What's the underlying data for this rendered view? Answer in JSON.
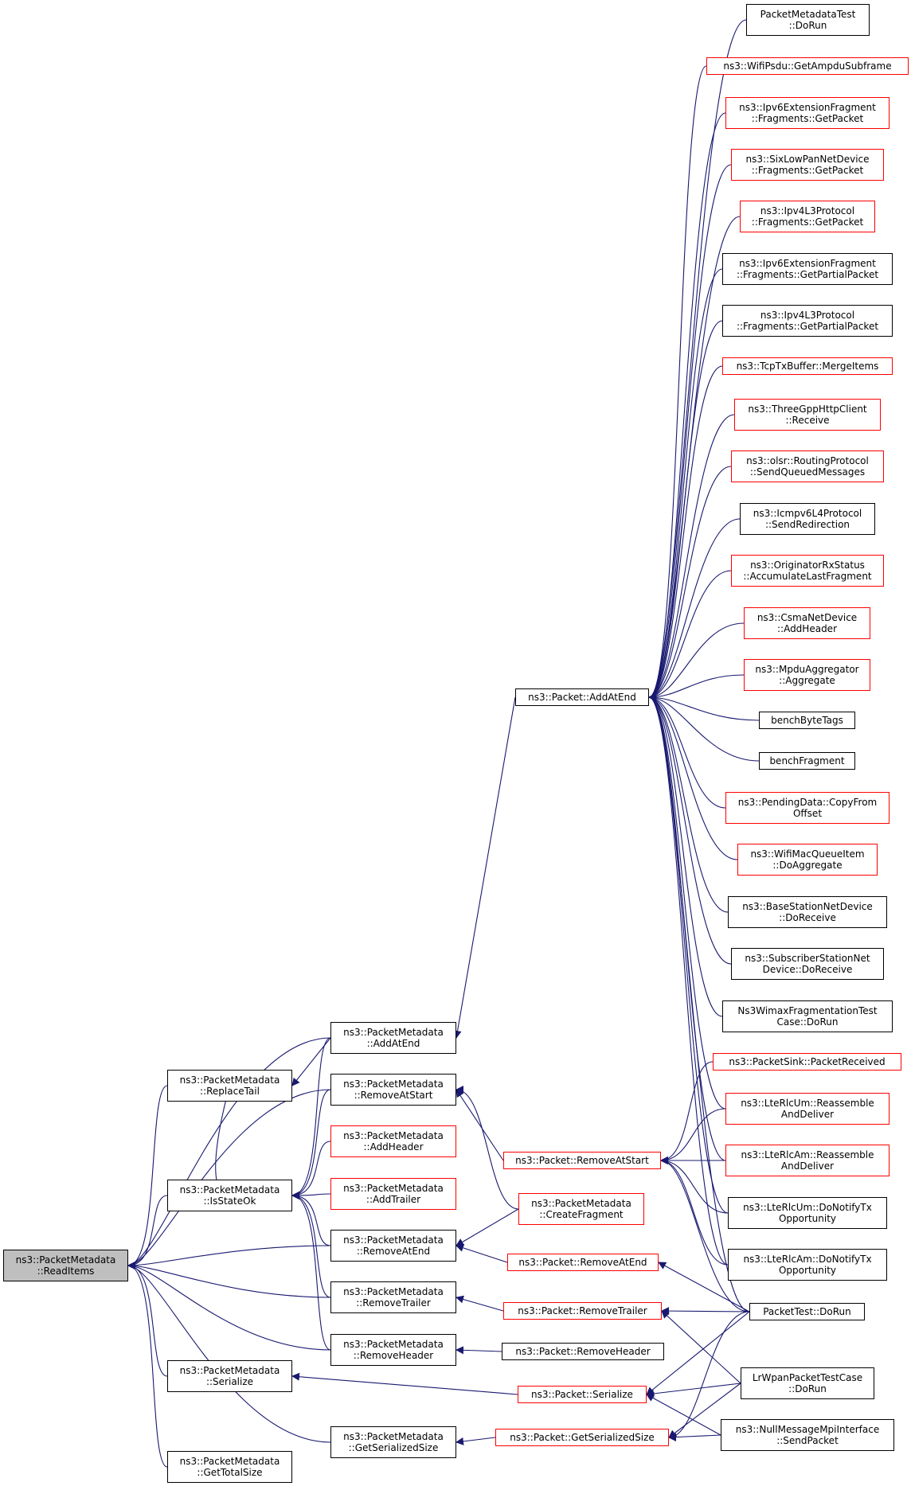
{
  "colors": {
    "edge": "#191970",
    "node_border": "#000000",
    "node_border_undocumented": "#ff0000",
    "selected_fill": "#bfbfbf"
  },
  "nodes": {
    "read_items": {
      "lines": [
        "ns3::PacketMetadata",
        "::ReadItems"
      ],
      "selected": true
    },
    "is_state_ok": {
      "lines": [
        "ns3::PacketMetadata",
        "::IsStateOk"
      ]
    },
    "replace_tail": {
      "lines": [
        "ns3::PacketMetadata",
        "::ReplaceTail"
      ]
    },
    "serialize": {
      "lines": [
        "ns3::PacketMetadata",
        "::Serialize"
      ]
    },
    "get_total_size": {
      "lines": [
        "ns3::PacketMetadata",
        "::GetTotalSize"
      ]
    },
    "add_at_end": {
      "lines": [
        "ns3::PacketMetadata",
        "::AddAtEnd"
      ]
    },
    "remove_at_start": {
      "lines": [
        "ns3::PacketMetadata",
        "::RemoveAtStart"
      ]
    },
    "add_header": {
      "lines": [
        "ns3::PacketMetadata",
        "::AddHeader"
      ],
      "red": true
    },
    "add_trailer": {
      "lines": [
        "ns3::PacketMetadata",
        "::AddTrailer"
      ],
      "red": true
    },
    "remove_at_end": {
      "lines": [
        "ns3::PacketMetadata",
        "::RemoveAtEnd"
      ]
    },
    "remove_trailer": {
      "lines": [
        "ns3::PacketMetadata",
        "::RemoveTrailer"
      ]
    },
    "remove_header": {
      "lines": [
        "ns3::PacketMetadata",
        "::RemoveHeader"
      ]
    },
    "get_serialized_size": {
      "lines": [
        "ns3::PacketMetadata",
        "::GetSerializedSize"
      ]
    },
    "packet_add_at_end": {
      "lines": [
        "ns3::Packet::AddAtEnd"
      ]
    },
    "packet_remove_at_start": {
      "lines": [
        "ns3::Packet::RemoveAtStart"
      ],
      "red": true
    },
    "create_fragment": {
      "lines": [
        "ns3::PacketMetadata",
        "::CreateFragment"
      ],
      "red": true
    },
    "packet_remove_at_end": {
      "lines": [
        "ns3::Packet::RemoveAtEnd"
      ],
      "red": true
    },
    "packet_remove_trailer": {
      "lines": [
        "ns3::Packet::RemoveTrailer"
      ],
      "red": true
    },
    "packet_remove_header": {
      "lines": [
        "ns3::Packet::RemoveHeader"
      ]
    },
    "packet_serialize": {
      "lines": [
        "ns3::Packet::Serialize"
      ],
      "red": true
    },
    "packet_get_serialized_size": {
      "lines": [
        "ns3::Packet::GetSerializedSize"
      ],
      "red": true
    },
    "packet_metadata_test_dorun": {
      "lines": [
        "PacketMetadataTest",
        "::DoRun"
      ]
    },
    "wifi_psdu": {
      "lines": [
        "ns3::WifiPsdu::GetAmpduSubframe"
      ],
      "red": true
    },
    "ipv6_ext_frag_get_packet": {
      "lines": [
        "ns3::Ipv6ExtensionFragment",
        "::Fragments::GetPacket"
      ],
      "red": true
    },
    "sixlowpan_get_packet": {
      "lines": [
        "ns3::SixLowPanNetDevice",
        "::Fragments::GetPacket"
      ],
      "red": true
    },
    "ipv4l3_get_packet": {
      "lines": [
        "ns3::Ipv4L3Protocol",
        "::Fragments::GetPacket"
      ],
      "red": true
    },
    "ipv6_ext_frag_get_partial": {
      "lines": [
        "ns3::Ipv6ExtensionFragment",
        "::Fragments::GetPartialPacket"
      ]
    },
    "ipv4l3_get_partial": {
      "lines": [
        "ns3::Ipv4L3Protocol",
        "::Fragments::GetPartialPacket"
      ]
    },
    "tcp_tx_buffer": {
      "lines": [
        "ns3::TcpTxBuffer::MergeItems"
      ],
      "red": true
    },
    "three_gpp_http": {
      "lines": [
        "ns3::ThreeGppHttpClient",
        "::Receive"
      ],
      "red": true
    },
    "olsr": {
      "lines": [
        "ns3::olsr::RoutingProtocol",
        "::SendQueuedMessages"
      ],
      "red": true
    },
    "icmpv6": {
      "lines": [
        "ns3::Icmpv6L4Protocol",
        "::SendRedirection"
      ]
    },
    "originator_rx": {
      "lines": [
        "ns3::OriginatorRxStatus",
        "::AccumulateLastFragment"
      ],
      "red": true
    },
    "csma": {
      "lines": [
        "ns3::CsmaNetDevice",
        "::AddHeader"
      ],
      "red": true
    },
    "mpdu_aggregator": {
      "lines": [
        "ns3::MpduAggregator",
        "::Aggregate"
      ],
      "red": true
    },
    "bench_byte_tags": {
      "lines": [
        "benchByteTags"
      ]
    },
    "bench_fragment": {
      "lines": [
        "benchFragment"
      ]
    },
    "pending_data": {
      "lines": [
        "ns3::PendingData::CopyFrom",
        "Offset"
      ],
      "red": true
    },
    "wifi_mac_queue_item": {
      "lines": [
        "ns3::WifiMacQueueItem",
        "::DoAggregate"
      ],
      "red": true
    },
    "base_station": {
      "lines": [
        "ns3::BaseStationNetDevice",
        "::DoReceive"
      ]
    },
    "subscriber_station": {
      "lines": [
        "ns3::SubscriberStationNet",
        "Device::DoReceive"
      ]
    },
    "wimax_frag_test": {
      "lines": [
        "Ns3WimaxFragmentationTest",
        "Case::DoRun"
      ]
    },
    "packet_sink": {
      "lines": [
        "ns3::PacketSink::PacketReceived"
      ],
      "red": true
    },
    "lte_rlc_um_reassemble": {
      "lines": [
        "ns3::LteRlcUm::Reassemble",
        "AndDeliver"
      ],
      "red": true
    },
    "lte_rlc_am_reassemble": {
      "lines": [
        "ns3::LteRlcAm::Reassemble",
        "AndDeliver"
      ],
      "red": true
    },
    "lte_rlc_um_notify": {
      "lines": [
        "ns3::LteRlcUm::DoNotifyTx",
        "Opportunity"
      ]
    },
    "lte_rlc_am_notify": {
      "lines": [
        "ns3::LteRlcAm::DoNotifyTx",
        "Opportunity"
      ]
    },
    "packet_test_dorun": {
      "lines": [
        "PacketTest::DoRun"
      ]
    },
    "lrwpan_test": {
      "lines": [
        "LrWpanPacketTestCase",
        "::DoRun"
      ]
    },
    "null_message_mpi": {
      "lines": [
        "ns3::NullMessageMpiInterface",
        "::SendPacket"
      ]
    }
  }
}
